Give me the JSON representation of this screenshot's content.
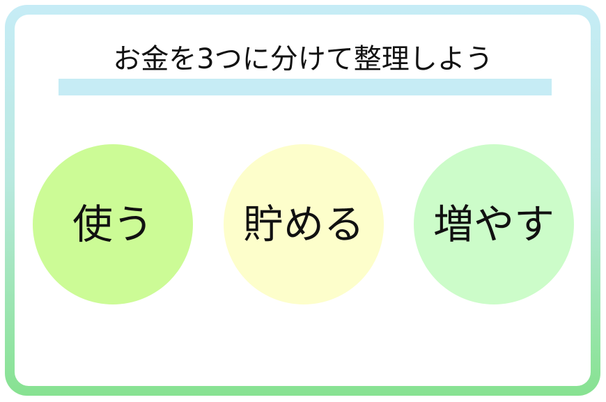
{
  "title": "お金を3つに分けて整理しよう",
  "colors": {
    "frame_top": "#c6ecf6",
    "frame_bottom": "#87e291",
    "title_underline": "#c6ecf5",
    "circle_use": "#ccfb96",
    "circle_save": "#fdfecb",
    "circle_grow": "#ccfcc9"
  },
  "circles": [
    {
      "label": "使う"
    },
    {
      "label": "貯める"
    },
    {
      "label": "増やす"
    }
  ]
}
